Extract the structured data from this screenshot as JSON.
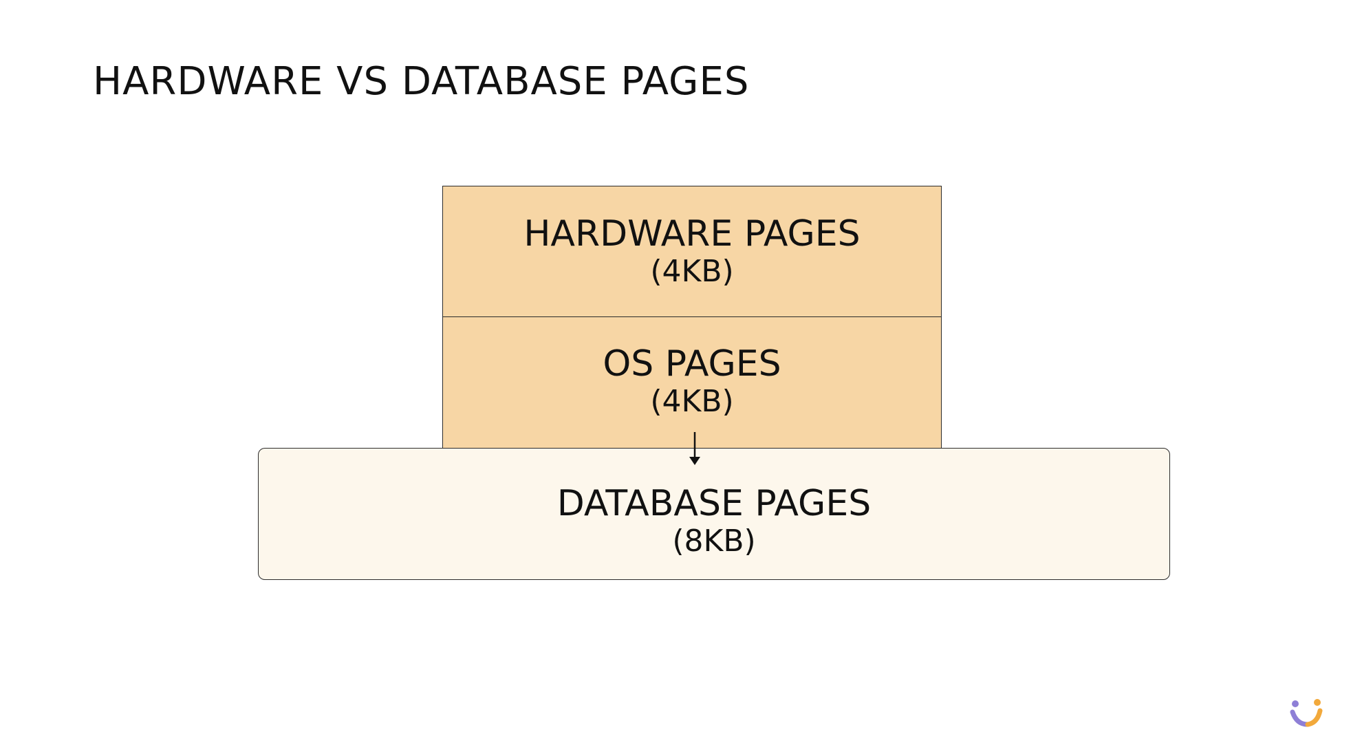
{
  "title": "HARDWARE VS DATABASE PAGES",
  "layers": {
    "hardware": {
      "label": "HARDWARE PAGES",
      "size": "(4KB)"
    },
    "os": {
      "label": "OS PAGES",
      "size": "(4KB)"
    },
    "database": {
      "label": "DATABASE PAGES",
      "size": "(8KB)"
    }
  },
  "colors": {
    "upper_fill": "#f7d6a5",
    "lower_fill": "#fdf7ec",
    "stroke": "#2a2a2a",
    "logo_purple": "#8e7fd6",
    "logo_orange": "#f2a93b"
  },
  "icons": {
    "arrow": "arrow-down-icon",
    "logo": "brand-logo-icon"
  }
}
